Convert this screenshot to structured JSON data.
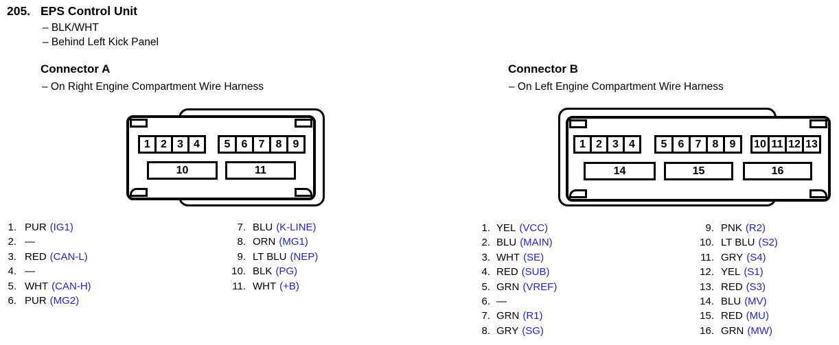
{
  "colors": {
    "signal_blue": "#2424C3",
    "line_black": "#000000"
  },
  "header": {
    "number": "205.",
    "title": "EPS Control Unit",
    "notes": [
      "– BLK/WHT",
      "– Behind Left Kick Panel"
    ]
  },
  "connector_a": {
    "title": "Connector A",
    "subtitle": "– On Right Engine Compartment Wire Harness",
    "diagram": {
      "top": [
        "1",
        "2",
        "3",
        "4",
        "5",
        "6",
        "7",
        "8",
        "9"
      ],
      "bottom": [
        "10",
        "11"
      ]
    },
    "pins_left": [
      {
        "num": "1.",
        "wire": "PUR",
        "signal": "(IG1)"
      },
      {
        "num": "2.",
        "wire": "—",
        "signal": ""
      },
      {
        "num": "3.",
        "wire": "RED",
        "signal": "(CAN-L)"
      },
      {
        "num": "4.",
        "wire": "—",
        "signal": ""
      },
      {
        "num": "5.",
        "wire": "WHT",
        "signal": "(CAN-H)"
      },
      {
        "num": "6.",
        "wire": "PUR",
        "signal": "(MG2)"
      }
    ],
    "pins_right": [
      {
        "num": "7.",
        "wire": "BLU",
        "signal": "(K-LINE)"
      },
      {
        "num": "8.",
        "wire": "ORN",
        "signal": "(MG1)"
      },
      {
        "num": "9.",
        "wire": "LT BLU",
        "signal": "(NEP)"
      },
      {
        "num": "10.",
        "wire": "BLK",
        "signal": "(PG)"
      },
      {
        "num": "11.",
        "wire": "WHT",
        "signal": "(+B)"
      }
    ]
  },
  "connector_b": {
    "title": "Connector B",
    "subtitle": "– On Left Engine Compartment Wire Harness",
    "diagram": {
      "top": [
        "1",
        "2",
        "3",
        "4",
        "5",
        "6",
        "7",
        "8",
        "9",
        "10",
        "11",
        "12",
        "13"
      ],
      "bottom": [
        "14",
        "15",
        "16"
      ]
    },
    "pins_left": [
      {
        "num": "1.",
        "wire": "YEL",
        "signal": "(VCC)"
      },
      {
        "num": "2.",
        "wire": "BLU",
        "signal": "(MAIN)"
      },
      {
        "num": "3.",
        "wire": "WHT",
        "signal": "(SE)"
      },
      {
        "num": "4.",
        "wire": "RED",
        "signal": "(SUB)"
      },
      {
        "num": "5.",
        "wire": "GRN",
        "signal": "(VREF)"
      },
      {
        "num": "6.",
        "wire": "—",
        "signal": ""
      },
      {
        "num": "7.",
        "wire": "GRN",
        "signal": "(R1)"
      },
      {
        "num": "8.",
        "wire": "GRY",
        "signal": "(SG)"
      }
    ],
    "pins_right": [
      {
        "num": "9.",
        "wire": "PNK",
        "signal": "(R2)"
      },
      {
        "num": "10.",
        "wire": "LT BLU",
        "signal": "(S2)"
      },
      {
        "num": "11.",
        "wire": "GRY",
        "signal": "(S4)"
      },
      {
        "num": "12.",
        "wire": "YEL",
        "signal": "(S1)"
      },
      {
        "num": "13.",
        "wire": "RED",
        "signal": "(S3)"
      },
      {
        "num": "14.",
        "wire": "BLU",
        "signal": "(MV)"
      },
      {
        "num": "15.",
        "wire": "RED",
        "signal": "(MU)"
      },
      {
        "num": "16.",
        "wire": "GRN",
        "signal": "(MW)"
      }
    ]
  }
}
